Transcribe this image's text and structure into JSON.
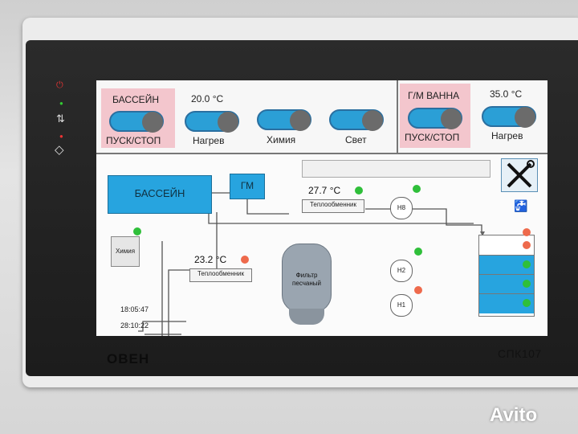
{
  "device": {
    "brand": "ОВЕН",
    "model": "СПК107"
  },
  "watermark": "Avito",
  "header": {
    "pool_label": "БАССЕЙН",
    "pool_start_stop": "ПУСК/СТОП",
    "pool_temp": "20.0 °C",
    "heating_label": "Нагрев",
    "chemistry_label": "Химия",
    "light_label": "Свет",
    "hm_bath_label": "Г/М ВАННА",
    "hm_start_stop": "ПУСК/СТОП",
    "hm_temp": "35.0 °C",
    "hm_heating_label": "Нагрев"
  },
  "diagram": {
    "pool_tank_label": "БАССЕЙН",
    "gm_label": "ГМ",
    "hx1_temp": "27.7 °C",
    "hx1_label": "Теплообменник",
    "hx2_temp": "23.2 °C",
    "hx2_label": "Теплообменник",
    "chem_label": "Химия",
    "filter_label_1": "Фильтр",
    "filter_label_2": "песчаный",
    "pump_h8": "Н8",
    "pump_h2": "Н2",
    "pump_h1": "Н1",
    "time": "18:05:47",
    "uptime": "28:10:22"
  },
  "colors": {
    "accent_blue": "#27a4df",
    "alarm_pink": "#f3c6cd",
    "status_green": "#2fbf3a",
    "status_orange": "#ee6a4c",
    "knob_gray": "#6b6b6b"
  },
  "icons": {
    "settings": "wrench-screwdriver-icon",
    "tap": "water-tap-icon",
    "power": "power-icon",
    "network": "exchange-arrows-icon",
    "alarm": "diamond-alarm-icon"
  }
}
